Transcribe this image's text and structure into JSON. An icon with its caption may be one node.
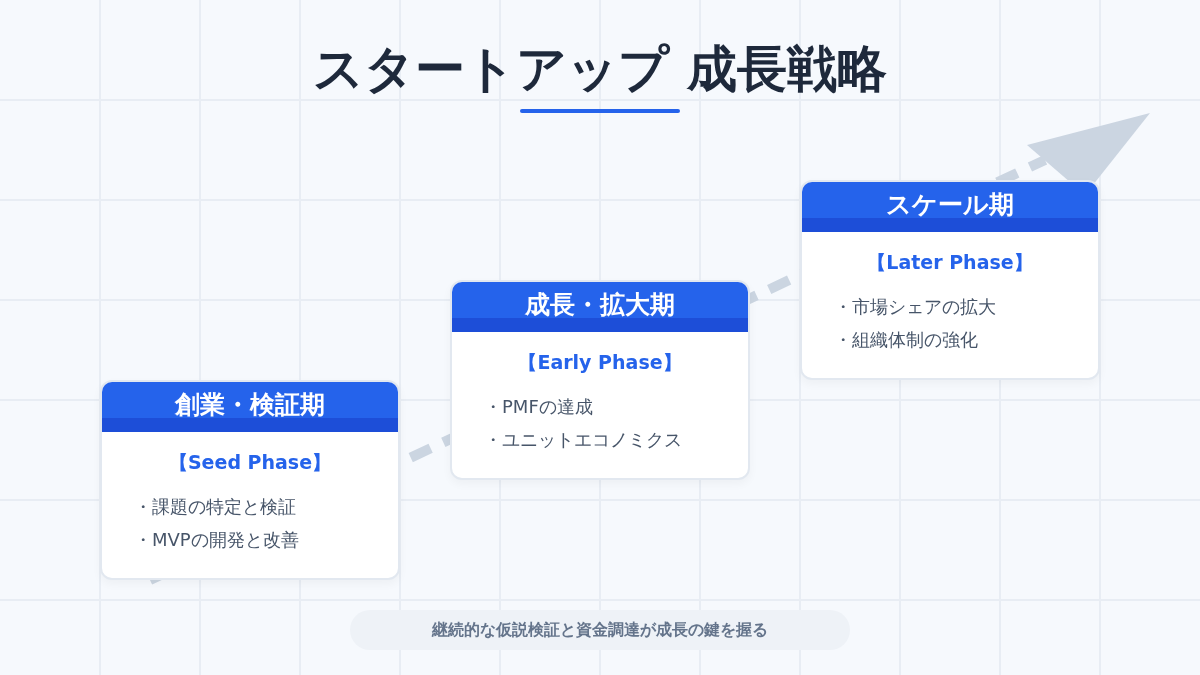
{
  "diagram": {
    "title": "スタートアップ 成長戦略",
    "nodes": [
      {
        "text": [
          "創業・検証期",
          "【Seed Phase】",
          "・課題の特定と検証",
          "・MVPの開発と改善"
        ]
      },
      {
        "text": [
          "成長・拡大期",
          "【Early Phase】",
          "・PMFの達成",
          "・ユニットエコノミクス"
        ]
      },
      {
        "text": [
          "スケール期",
          "【Later Phase】",
          "・市場シェアの拡大",
          "・組織体制の強化"
        ]
      },
      {
        "text": [
          "継続的な仮説検証と資金調達が成長の鍵を握る"
        ]
      }
    ]
  }
}
